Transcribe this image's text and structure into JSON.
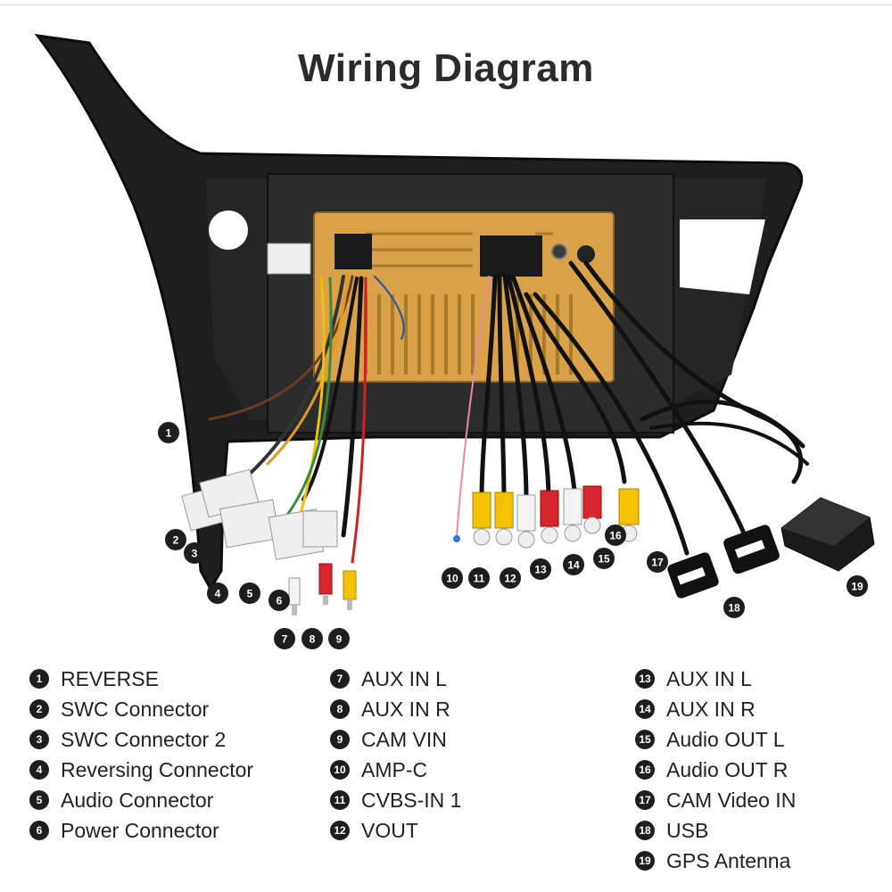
{
  "title": "Wiring Diagram",
  "callouts": [
    "1",
    "2",
    "3",
    "4",
    "5",
    "6",
    "7",
    "8",
    "9",
    "10",
    "11",
    "12",
    "13",
    "14",
    "15",
    "16",
    "17",
    "18",
    "19"
  ],
  "legend": {
    "col1": [
      {
        "num": "1",
        "label": "REVERSE"
      },
      {
        "num": "2",
        "label": "SWC Connector"
      },
      {
        "num": "3",
        "label": "SWC Connector 2"
      },
      {
        "num": "4",
        "label": "Reversing Connector"
      },
      {
        "num": "5",
        "label": "Audio Connector"
      },
      {
        "num": "6",
        "label": "Power Connector"
      }
    ],
    "col2": [
      {
        "num": "7",
        "label": "AUX IN L"
      },
      {
        "num": "8",
        "label": "AUX IN R"
      },
      {
        "num": "9",
        "label": "CAM VIN"
      },
      {
        "num": "10",
        "label": "AMP-C"
      },
      {
        "num": "11",
        "label": "CVBS-IN 1"
      },
      {
        "num": "12",
        "label": "VOUT"
      }
    ],
    "col3": [
      {
        "num": "13",
        "label": "AUX IN L"
      },
      {
        "num": "14",
        "label": "AUX IN R"
      },
      {
        "num": "15",
        "label": "Audio OUT L"
      },
      {
        "num": "16",
        "label": "Audio OUT R"
      },
      {
        "num": "17",
        "label": "CAM Video IN"
      },
      {
        "num": "18",
        "label": "USB"
      },
      {
        "num": "19",
        "label": "GPS Antenna"
      }
    ]
  },
  "colors": {
    "panel": "#1c1c1c",
    "unit": "#d9a24a",
    "badge": "#1e1e1e",
    "rca_yellow": "#f2c200",
    "rca_red": "#d8262e",
    "rca_white": "#f4f4f4",
    "connector": "#efefef"
  }
}
